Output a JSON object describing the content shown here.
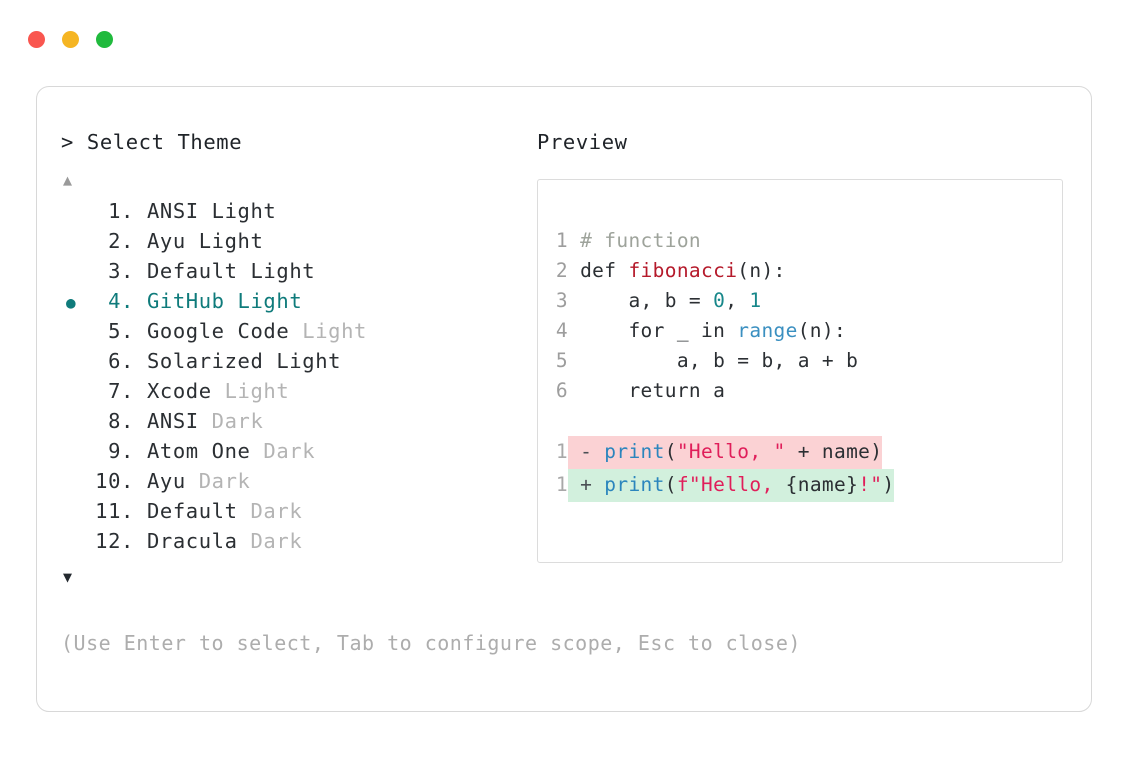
{
  "window": {
    "traffic_lights": [
      {
        "name": "close",
        "color": "#f9564f"
      },
      {
        "name": "minimize",
        "color": "#f5b523"
      },
      {
        "name": "maximize",
        "color": "#20ba3d"
      }
    ]
  },
  "theme_selector": {
    "prompt": "> Select Theme",
    "scroll_up_icon": "▲",
    "scroll_down_icon": "▼",
    "selected_index": 4,
    "selected_bullet": "●",
    "items": [
      {
        "index": " 1.",
        "name": "ANSI",
        "variant": " Light",
        "variant_dim": false,
        "selected": false
      },
      {
        "index": " 2.",
        "name": "Ayu",
        "variant": " Light",
        "variant_dim": false,
        "selected": false
      },
      {
        "index": " 3.",
        "name": "Default",
        "variant": " Light",
        "variant_dim": false,
        "selected": false
      },
      {
        "index": " 4.",
        "name": "GitHub",
        "variant": " Light",
        "variant_dim": false,
        "selected": true
      },
      {
        "index": " 5.",
        "name": "Google Code",
        "variant": " Light",
        "variant_dim": true,
        "selected": false
      },
      {
        "index": " 6.",
        "name": "Solarized",
        "variant": " Light",
        "variant_dim": false,
        "selected": false
      },
      {
        "index": " 7.",
        "name": "Xcode",
        "variant": " Light",
        "variant_dim": true,
        "selected": false
      },
      {
        "index": " 8.",
        "name": "ANSI",
        "variant": " Dark",
        "variant_dim": true,
        "selected": false
      },
      {
        "index": " 9.",
        "name": "Atom One",
        "variant": " Dark",
        "variant_dim": true,
        "selected": false
      },
      {
        "index": "10.",
        "name": "Ayu",
        "variant": " Dark",
        "variant_dim": true,
        "selected": false
      },
      {
        "index": "11.",
        "name": "Default",
        "variant": " Dark",
        "variant_dim": true,
        "selected": false
      },
      {
        "index": "12.",
        "name": "Dracula",
        "variant": " Dark",
        "variant_dim": true,
        "selected": false
      }
    ],
    "hint": "(Use Enter to select, Tab to configure scope, Esc to close)"
  },
  "preview": {
    "label": "Preview",
    "code_lines": [
      {
        "ln": "1",
        "tokens": [
          {
            "t": "# function",
            "c": "t-comment"
          }
        ]
      },
      {
        "ln": "2",
        "tokens": [
          {
            "t": "def ",
            "c": "t-keyword"
          },
          {
            "t": "fibonacci",
            "c": "t-func"
          },
          {
            "t": "(n):",
            "c": "t-punct"
          }
        ]
      },
      {
        "ln": "3",
        "tokens": [
          {
            "t": "    a, b = ",
            "c": "t-plain"
          },
          {
            "t": "0",
            "c": "t-number"
          },
          {
            "t": ", ",
            "c": "t-plain"
          },
          {
            "t": "1",
            "c": "t-number"
          }
        ]
      },
      {
        "ln": "4",
        "tokens": [
          {
            "t": "    for _ in ",
            "c": "t-plain"
          },
          {
            "t": "range",
            "c": "t-builtin"
          },
          {
            "t": "(n):",
            "c": "t-punct"
          }
        ]
      },
      {
        "ln": "5",
        "tokens": [
          {
            "t": "        a, b = b, a + b",
            "c": "t-plain"
          }
        ]
      },
      {
        "ln": "6",
        "tokens": [
          {
            "t": "    return a",
            "c": "t-plain"
          }
        ]
      }
    ],
    "diff_lines": [
      {
        "ln": "1",
        "kind": "diff-minus",
        "sign": "- ",
        "tokens": [
          {
            "t": "print",
            "c": "t-callblue"
          },
          {
            "t": "(",
            "c": "t-punct"
          },
          {
            "t": "\"Hello, \"",
            "c": "t-string"
          },
          {
            "t": " + name)",
            "c": "t-plain"
          }
        ]
      },
      {
        "ln": "1",
        "kind": "diff-plus",
        "sign": "+ ",
        "tokens": [
          {
            "t": "print",
            "c": "t-callblue"
          },
          {
            "t": "(",
            "c": "t-punct"
          },
          {
            "t": "f\"Hello, ",
            "c": "t-string"
          },
          {
            "t": "{name}",
            "c": "t-plain"
          },
          {
            "t": "!\"",
            "c": "t-string"
          },
          {
            "t": ")",
            "c": "t-punct"
          }
        ]
      }
    ]
  }
}
